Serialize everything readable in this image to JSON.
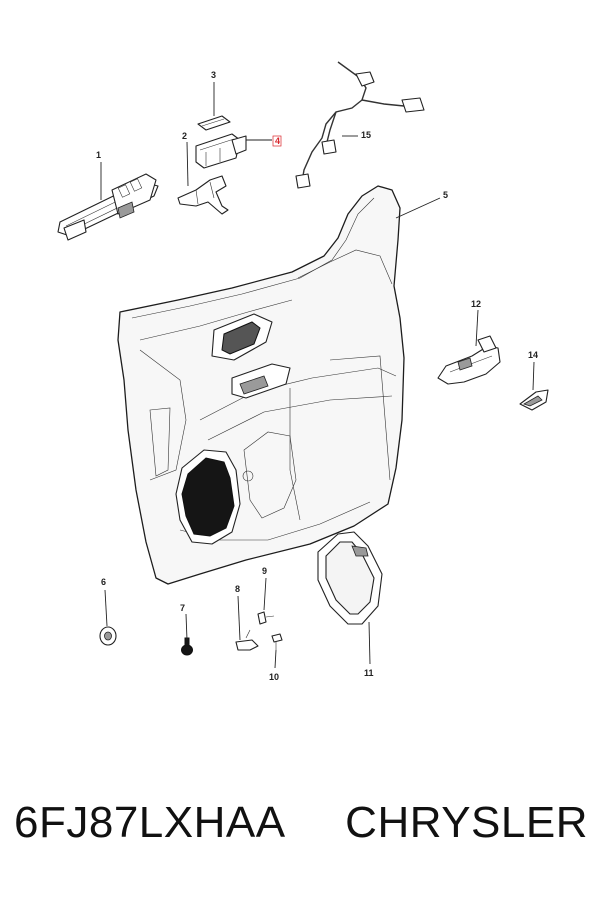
{
  "callouts": {
    "c1": "1",
    "c2": "2",
    "c3": "3",
    "c4": "4",
    "c5": "5",
    "c6": "6",
    "c7": "7",
    "c8": "8",
    "c9": "9",
    "c10": "10",
    "c11": "11",
    "c12": "12",
    "c14": "14",
    "c15": "15"
  },
  "colors": {
    "line": "#222222",
    "highlight_callout": "#d9262c",
    "background": "#ffffff"
  },
  "footer": {
    "part_number": "6FJ87LXHAA",
    "brand": "CHRYSLER"
  }
}
